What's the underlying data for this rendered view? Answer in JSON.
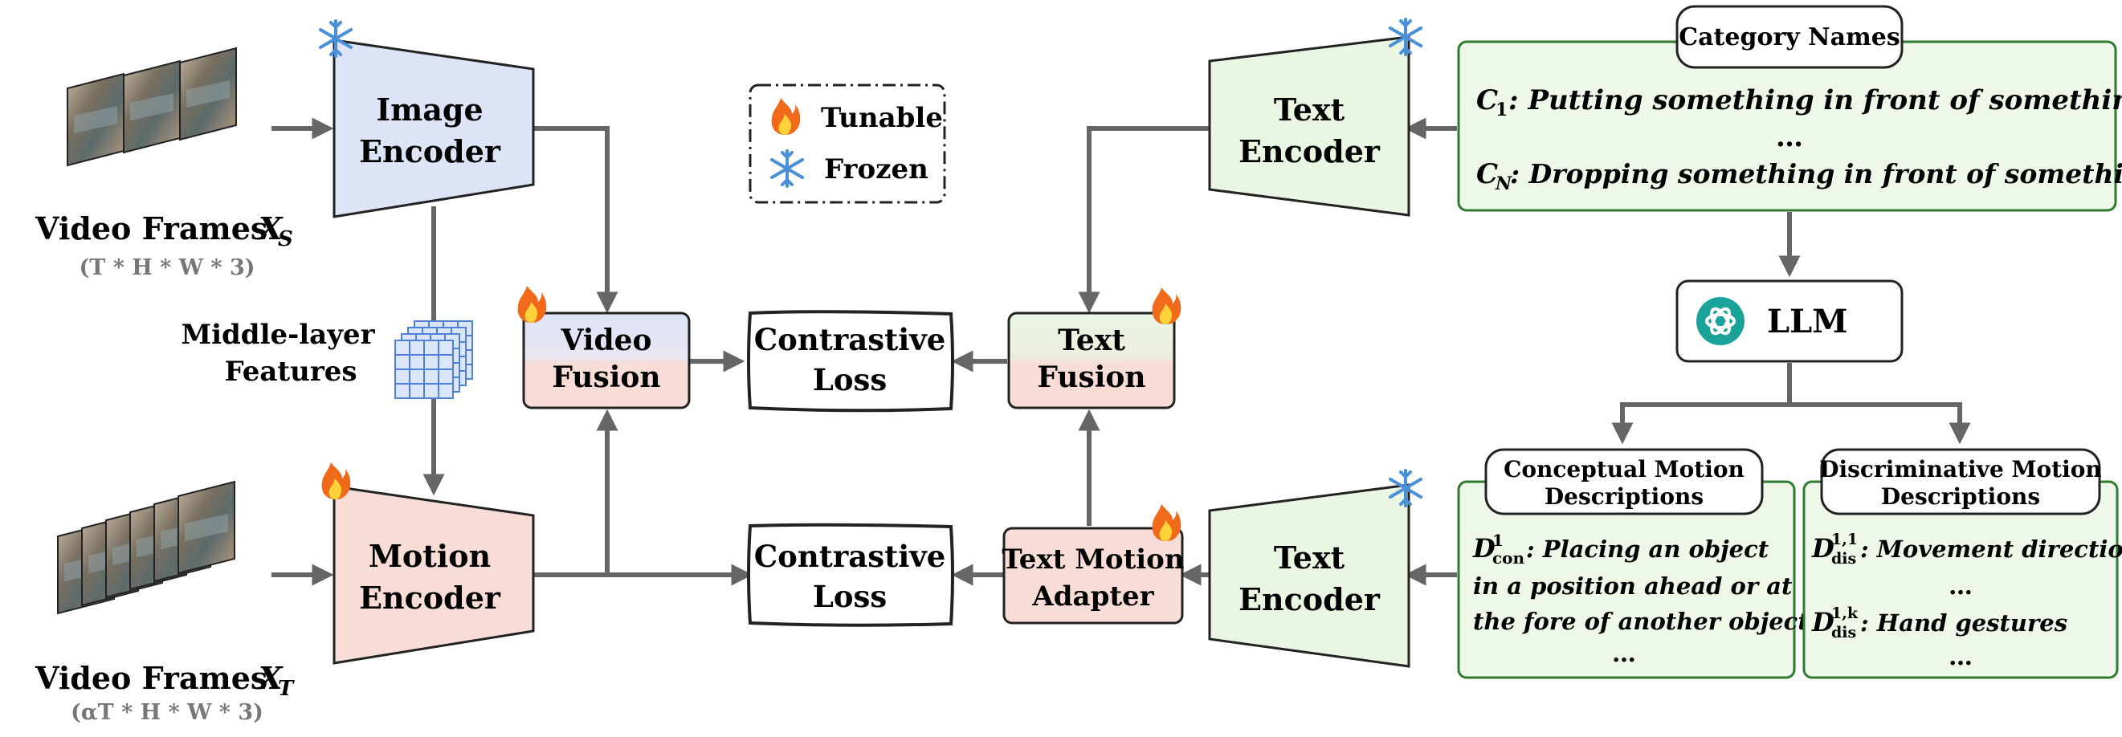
{
  "legend": {
    "tunable": "Tunable",
    "frozen": "Frozen"
  },
  "inputs": {
    "spatial": {
      "label": "Video Frames",
      "var": "X",
      "sub": "S",
      "shape": "(T * H * W * 3)"
    },
    "temporal": {
      "label": "Video Frames",
      "var": "X",
      "sub": "T",
      "shape": "(αT * H * W * 3)"
    }
  },
  "middle_features": {
    "line1": "Middle-layer",
    "line2": "Features"
  },
  "encoders": {
    "image": {
      "line1": "Image",
      "line2": "Encoder"
    },
    "motion": {
      "line1": "Motion",
      "line2": "Encoder"
    },
    "text_top": {
      "line1": "Text",
      "line2": "Encoder"
    },
    "text_bottom": {
      "line1": "Text",
      "line2": "Encoder"
    }
  },
  "modules": {
    "video_fusion": {
      "line1": "Video",
      "line2": "Fusion"
    },
    "text_fusion": {
      "line1": "Text",
      "line2": "Fusion"
    },
    "text_motion_adapter": {
      "line1": "Text Motion",
      "line2": "Adapter"
    },
    "loss_top": {
      "line1": "Contrastive",
      "line2": "Loss"
    },
    "loss_bottom": {
      "line1": "Contrastive",
      "line2": "Loss"
    },
    "llm": "LLM"
  },
  "category_names": {
    "title": "Category Names",
    "c1_var": "C",
    "c1_sub": "1",
    "c1_text": ": Putting something in front of something.",
    "ellipsis": "…",
    "cn_var": "C",
    "cn_sub": "N",
    "cn_text": ": Dropping something in front of something."
  },
  "conceptual": {
    "title1": "Conceptual Motion",
    "title2": "Descriptions",
    "var": "D",
    "sup": "1",
    "sub": "con",
    "line1": ": Placing an object",
    "line2": "in a position ahead or at",
    "line3": "the fore of another object.",
    "ellipsis": "…"
  },
  "discriminative": {
    "title1": "Discriminative Motion",
    "title2": "Descriptions",
    "d1_var": "D",
    "d1_sup": "1,1",
    "d1_sub": "dis",
    "d1_text": ": Movement direction",
    "ellipsis": "…",
    "dk_var": "D",
    "dk_sup": "1,k",
    "dk_sub": "dis",
    "dk_text": ": Hand gestures",
    "ellipsis2": "…"
  },
  "colors": {
    "image_encoder": "#dde4f7",
    "motion_encoder": "#f8dcd6",
    "text_encoder": "#e8f6e2",
    "green_border": "#2f7a2f",
    "arrow": "#666666",
    "snowflake": "#4a90d9",
    "flame": "#f06a1a"
  }
}
